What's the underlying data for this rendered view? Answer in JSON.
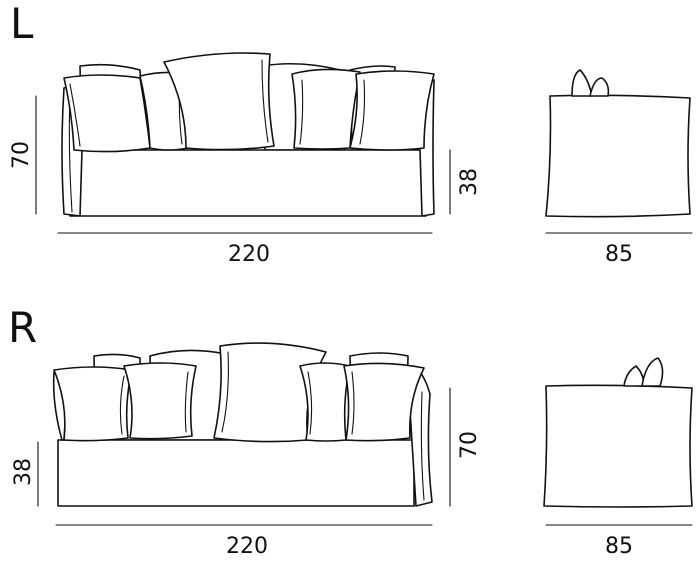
{
  "variants": [
    {
      "letter": "L",
      "front_width": "220",
      "height": "70",
      "seat_height": "38",
      "side_depth": "85"
    },
    {
      "letter": "R",
      "front_width": "220",
      "height": "70",
      "seat_height": "38",
      "side_depth": "85"
    }
  ],
  "colors": {
    "line": "#111111",
    "background": "#ffffff"
  }
}
